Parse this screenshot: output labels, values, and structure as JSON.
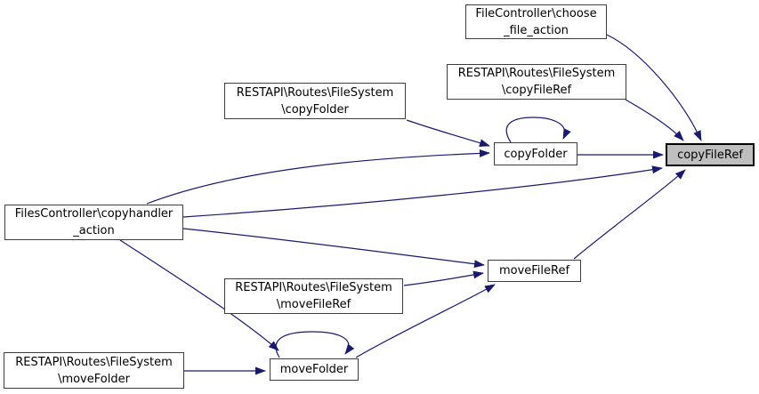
{
  "diagram": {
    "type": "doxygen-call-graph",
    "background_color": "#ffffff",
    "edge_color": "#191970",
    "node_fill": "#ffffff",
    "node_border_color": "#3d3d3d",
    "highlight_node_fill": "#bfbfbf",
    "highlight_node_border": "#000000",
    "nodes": [
      {
        "id": "choose_file_action",
        "lines": [
          "FileController\\choose",
          "_file_action"
        ],
        "highlighted": false
      },
      {
        "id": "restapi_copyFileRef",
        "lines": [
          "RESTAPI\\Routes\\FileSystem",
          "\\copyFileRef"
        ],
        "highlighted": false
      },
      {
        "id": "restapi_copyFolder",
        "lines": [
          "RESTAPI\\Routes\\FileSystem",
          "\\copyFolder"
        ],
        "highlighted": false
      },
      {
        "id": "copyFolder",
        "lines": [
          "copyFolder"
        ],
        "highlighted": false
      },
      {
        "id": "copyFileRef",
        "lines": [
          "copyFileRef"
        ],
        "highlighted": true
      },
      {
        "id": "copyhandler_action",
        "lines": [
          "FilesController\\copyhandler",
          "_action"
        ],
        "highlighted": false
      },
      {
        "id": "moveFileRef",
        "lines": [
          "moveFileRef"
        ],
        "highlighted": false
      },
      {
        "id": "restapi_moveFileRef",
        "lines": [
          "RESTAPI\\Routes\\FileSystem",
          "\\moveFileRef"
        ],
        "highlighted": false
      },
      {
        "id": "moveFolder",
        "lines": [
          "moveFolder"
        ],
        "highlighted": false
      },
      {
        "id": "restapi_moveFolder",
        "lines": [
          "RESTAPI\\Routes\\FileSystem",
          "\\moveFolder"
        ],
        "highlighted": false
      }
    ],
    "edges": [
      {
        "from": "FileController\\choose_file_action",
        "to": "copyFileRef"
      },
      {
        "from": "RESTAPI\\Routes\\FileSystem\\copyFileRef",
        "to": "copyFileRef"
      },
      {
        "from": "copyFolder",
        "to": "copyFileRef"
      },
      {
        "from": "FilesController\\copyhandler_action",
        "to": "copyFileRef"
      },
      {
        "from": "moveFileRef",
        "to": "copyFileRef"
      },
      {
        "from": "RESTAPI\\Routes\\FileSystem\\copyFolder",
        "to": "copyFolder"
      },
      {
        "from": "FilesController\\copyhandler_action",
        "to": "copyFolder"
      },
      {
        "from": "copyFolder",
        "to": "copyFolder"
      },
      {
        "from": "FilesController\\copyhandler_action",
        "to": "moveFileRef"
      },
      {
        "from": "RESTAPI\\Routes\\FileSystem\\moveFileRef",
        "to": "moveFileRef"
      },
      {
        "from": "moveFolder",
        "to": "moveFileRef"
      },
      {
        "from": "FilesController\\copyhandler_action",
        "to": "moveFolder"
      },
      {
        "from": "moveFolder",
        "to": "moveFolder"
      },
      {
        "from": "RESTAPI\\Routes\\FileSystem\\moveFolder",
        "to": "moveFolder"
      }
    ]
  }
}
